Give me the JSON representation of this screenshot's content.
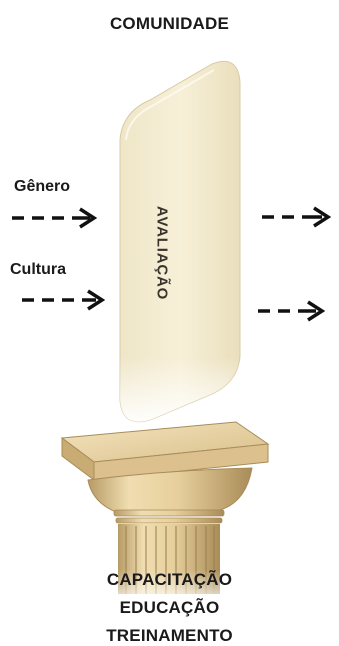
{
  "diagram": {
    "top_label": "COMUNIDADE",
    "panel_label": "AVALIAÇÃO",
    "inputs": [
      {
        "label": "Gênero"
      },
      {
        "label": "Cultura"
      }
    ],
    "base_labels": [
      "CAPACITAÇÃO",
      "EDUCAÇÃO",
      "TREINAMENTO"
    ]
  }
}
